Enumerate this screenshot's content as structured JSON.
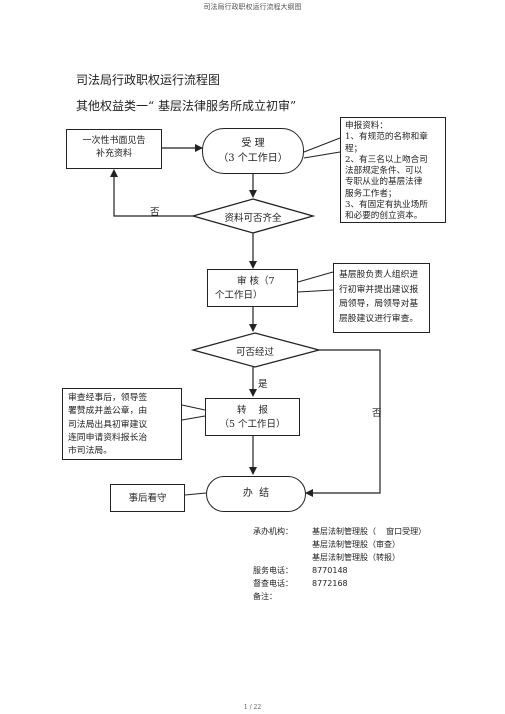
{
  "header": "司法局行政职权运行流程大纲图",
  "title": "司法局行政职权运行流程图",
  "subtitle": "其他权益类一“ 基层法律服务所成立初审”",
  "supplement_box": [
    "一次性书面见告",
    "补充资料"
  ],
  "accept_node": [
    "受 理",
    "（3 个工作日）"
  ],
  "required_materials": [
    "申报资料：",
    "1、有规范的名称和章",
    "程；",
    "2、有三名以上吻合司",
    "法部规定条件、可以",
    "专职从业的基层法律",
    "服务工作者；",
    "3、有固定有执业场所",
    "和必要的创立资本。"
  ],
  "decision_complete": "资料可否齐全",
  "no_label_1": "否",
  "review_node": [
    "审 核（7",
    "个工作日）"
  ],
  "review_note": [
    "基层股负责人组织进",
    "行初审并提出建议报",
    "局领导，局领导对基",
    "层股建议进行审查。"
  ],
  "decision_pass": "可否经过",
  "yes_label": "是",
  "no_label_2": "否",
  "report_note": [
    "审查经事后，领导签",
    "署赞成并盖公章，由",
    "司法局出具初审建议",
    "连同申请资料报长治",
    "市司法局。"
  ],
  "forward_node": [
    "转    报",
    "（5 个工作日）"
  ],
  "finish_node": "办  结",
  "followup_box": "事后看守",
  "info": {
    "dept_label": "承办机构：",
    "dept_lines": [
      "基层法制管理股（    窗口受理）",
      "基层法制管理股（审查）",
      "基层法制管理股（转报）"
    ],
    "service_phone_label": "服务电话：",
    "service_phone": "8770148",
    "supervise_phone_label": "督查电话：",
    "supervise_phone": "8772168",
    "remark_label": "备注："
  },
  "page_number": "1 / 22"
}
